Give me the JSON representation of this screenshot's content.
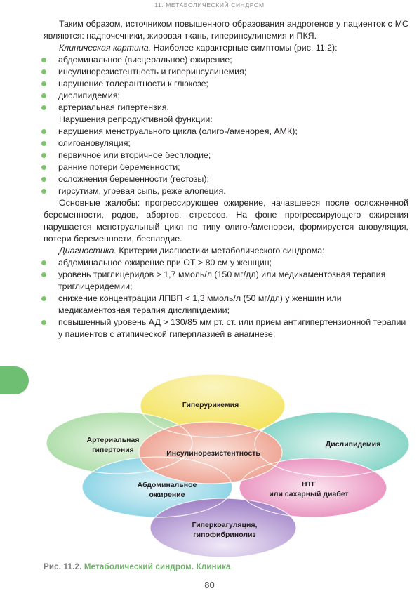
{
  "header": {
    "running_title": "11. МЕТАБОЛИЧЕСКИЙ СИНДРОМ"
  },
  "intro": "Таким образом, источником повышенного образования андрогенов у пациенток с МС являются: надпочечники, жировая ткань, гиперинсулинемия и ПКЯ.",
  "clinical": {
    "label": "Клиническая картина.",
    "text": " Наиболее характерные симптомы (рис. 11.2):",
    "items": [
      "абдоминальное (висцеральное) ожирение;",
      "инсулинорезистентность и гиперинсулинемия;",
      "нарушение толерантности к глюкозе;",
      "дислипидемия;",
      "артериальная гипертензия."
    ]
  },
  "repro": {
    "lead": "Нарушения репродуктивной функции:",
    "items": [
      "нарушения менструального цикла (олиго-/аменорея, АМК);",
      "олигоановуляция;",
      "первичное или вторичное бесплодие;",
      "ранние потери беременности;",
      "осложнения беременности (гестозы);",
      "гирсутизм, угревая сыпь, реже алопеция."
    ]
  },
  "complaints": "Основные жалобы: прогрессирующее ожирение, начавшееся после осложненной беременности, родов, абортов, стрессов. На фоне прогрессирующего ожирения нарушается менструальный цикл по типу олиго-/аменореи, формируется ановуляция, потери беременности, бесплодие.",
  "diagnostics": {
    "label": "Диагностика.",
    "text": " Критерии диагностики метаболического синдрома:",
    "items": [
      "абдоминальное ожирение при ОТ > 80 см у женщин;",
      "уровень триглицеридов > 1,7 ммоль/л (150 мг/дл) или медикаментозная терапия триглицеридемии;",
      "снижение концентрации ЛПВП < 1,3 ммоль/л (50 мг/дл) у женщин или медикаментозная терапия дислипидемии;",
      "повышенный уровень АД > 130/85 мм рт. ст. или прием антигипертензионной терапии у пациентов с атипической гиперплазией в анамнезе;"
    ]
  },
  "diagram": {
    "labels": {
      "top": "Гиперурикемия",
      "left_upper_1": "Артериальная",
      "left_upper_2": "гипертония",
      "center": "Инсулинорезистентность",
      "right_upper": "Дислипидемия",
      "left_lower_1": "Абдоминальное",
      "left_lower_2": "ожирение",
      "right_lower_1": "НТГ",
      "right_lower_2": "или сахарный диабет",
      "bottom_1": "Гиперкоагуляция,",
      "bottom_2": "гипофибринолиз"
    },
    "colors": {
      "top": "#f3e04a",
      "left_upper": "#8fd08a",
      "right_upper": "#52c3b0",
      "center": "#e8836c",
      "left_lower": "#5fc4dc",
      "right_lower": "#e26ba8",
      "bottom": "#9b7bc4"
    }
  },
  "caption": {
    "number": "Рис. 11.2.",
    "title": "Метаболический синдром. Клиника"
  },
  "page_number": "80"
}
